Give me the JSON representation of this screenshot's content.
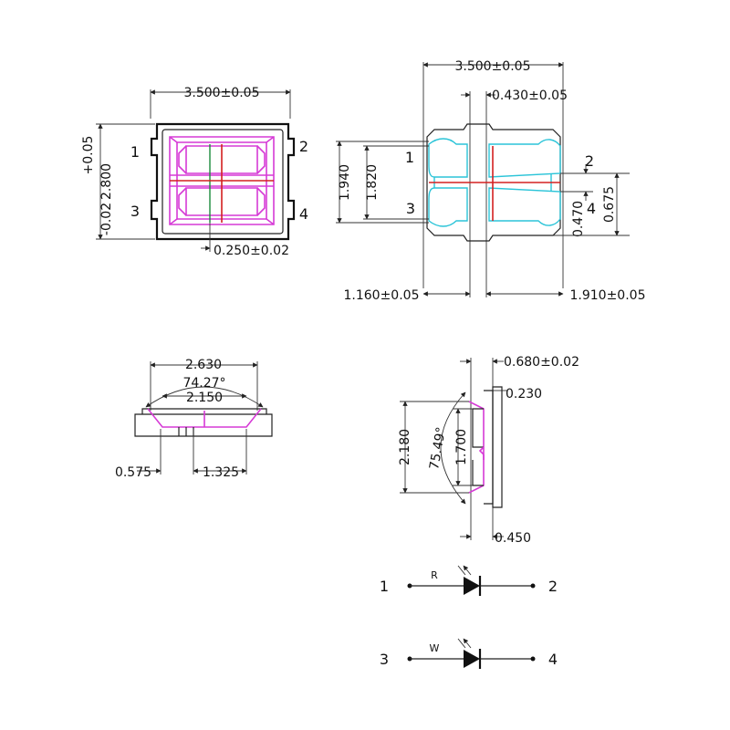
{
  "colors": {
    "outline": "#222222",
    "lens": "#d63ad6",
    "pad": "#2bc4d8",
    "die_line": "#d42020",
    "wire": "#1a8a3a"
  },
  "top_view": {
    "width_dim": "3.500±0.05",
    "height_dim": "2.800",
    "tol_upper": "+0.05",
    "tol_lower": "-0.02",
    "gap_dim": "0.250±0.02",
    "pins": [
      "1",
      "2",
      "3",
      "4"
    ]
  },
  "bottom_view": {
    "width_dim": "3.500±0.05",
    "pad_gap_dim": "0.430±0.05",
    "outer_height_dim": "1.940",
    "inner_height_dim": "1.820",
    "pad_height_dim": "0.470",
    "edge_dim": "0.675",
    "left_offset_dim": "1.160±0.05",
    "right_offset_dim": "1.910±0.05",
    "pins": [
      "1",
      "2",
      "3",
      "4"
    ]
  },
  "side_view": {
    "top_width_dim": "2.630",
    "angle_dim": "74.27°",
    "inner_width_dim": "2.150",
    "left_dim": "0.575",
    "right_dim": "1.325"
  },
  "end_view": {
    "thickness_dim": "0.680±0.02",
    "lens_depth_dim": "0.230",
    "outer_height_dim": "2.180",
    "angle_dim": "75.49°",
    "inner_height_dim": "1.700",
    "base_dim": "0.450"
  },
  "schematic": {
    "circuits": [
      {
        "anode_pin": "1",
        "cathode_pin": "2",
        "label": "R"
      },
      {
        "anode_pin": "3",
        "cathode_pin": "4",
        "label": "W"
      }
    ]
  }
}
